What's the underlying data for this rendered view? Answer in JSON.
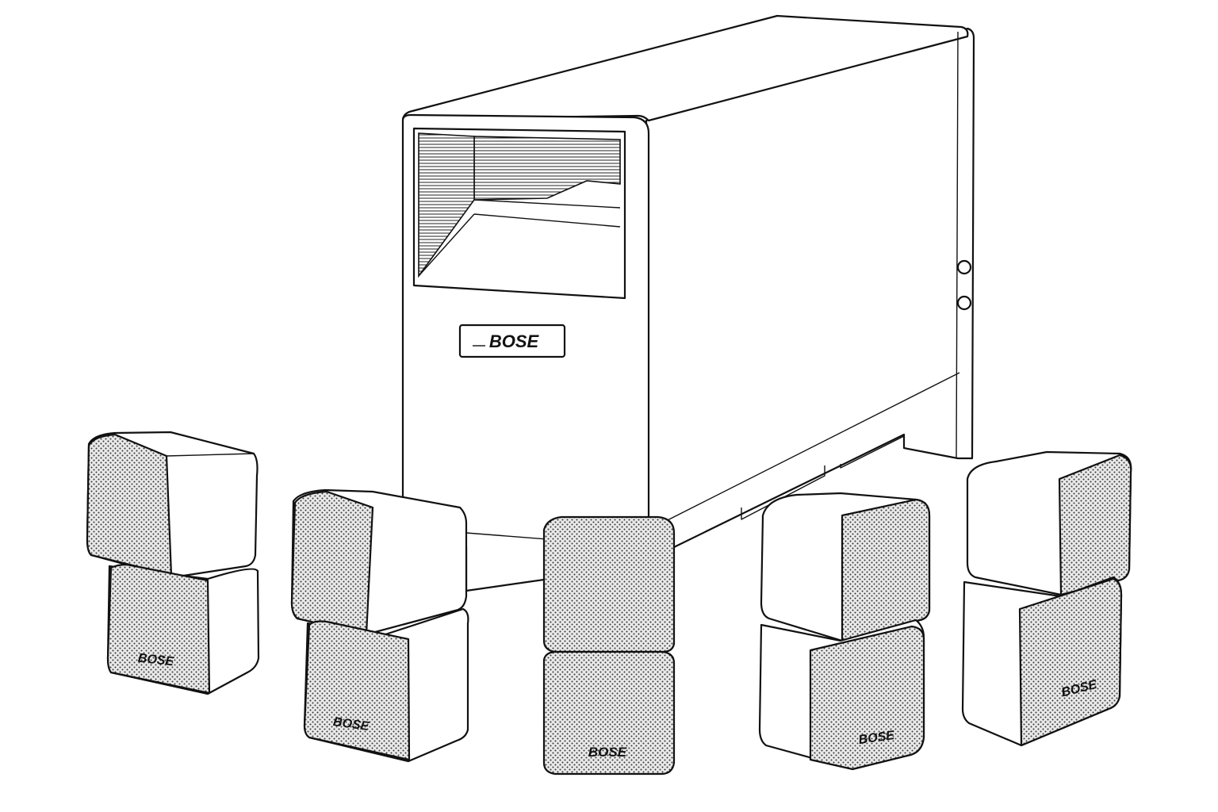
{
  "subwoofer": {
    "logo": "BOSE",
    "colors": {
      "outline": "#111111",
      "body": "#ffffff",
      "grille_dots": "#333333"
    }
  },
  "speakers": [
    {
      "id": "front-left",
      "logo": "BOSE"
    },
    {
      "id": "surround-left",
      "logo": "BOSE"
    },
    {
      "id": "center",
      "logo": "BOSE"
    },
    {
      "id": "surround-right",
      "logo": "BOSE"
    },
    {
      "id": "front-right",
      "logo": "BOSE"
    }
  ]
}
